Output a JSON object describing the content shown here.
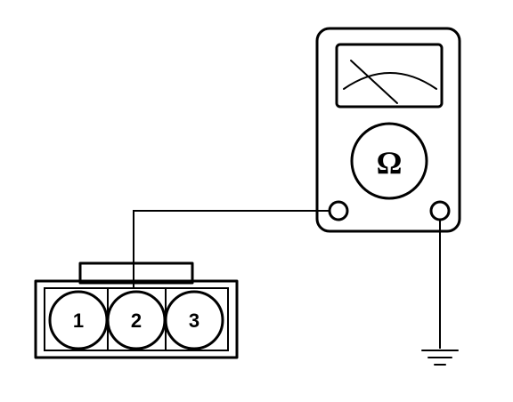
{
  "meter": {
    "symbol": "Ω"
  },
  "connector": {
    "pins": [
      {
        "label": "1"
      },
      {
        "label": "2"
      },
      {
        "label": "3"
      }
    ]
  },
  "icons": {
    "ground": "ground-icon",
    "meter_needle": "needle-icon"
  }
}
